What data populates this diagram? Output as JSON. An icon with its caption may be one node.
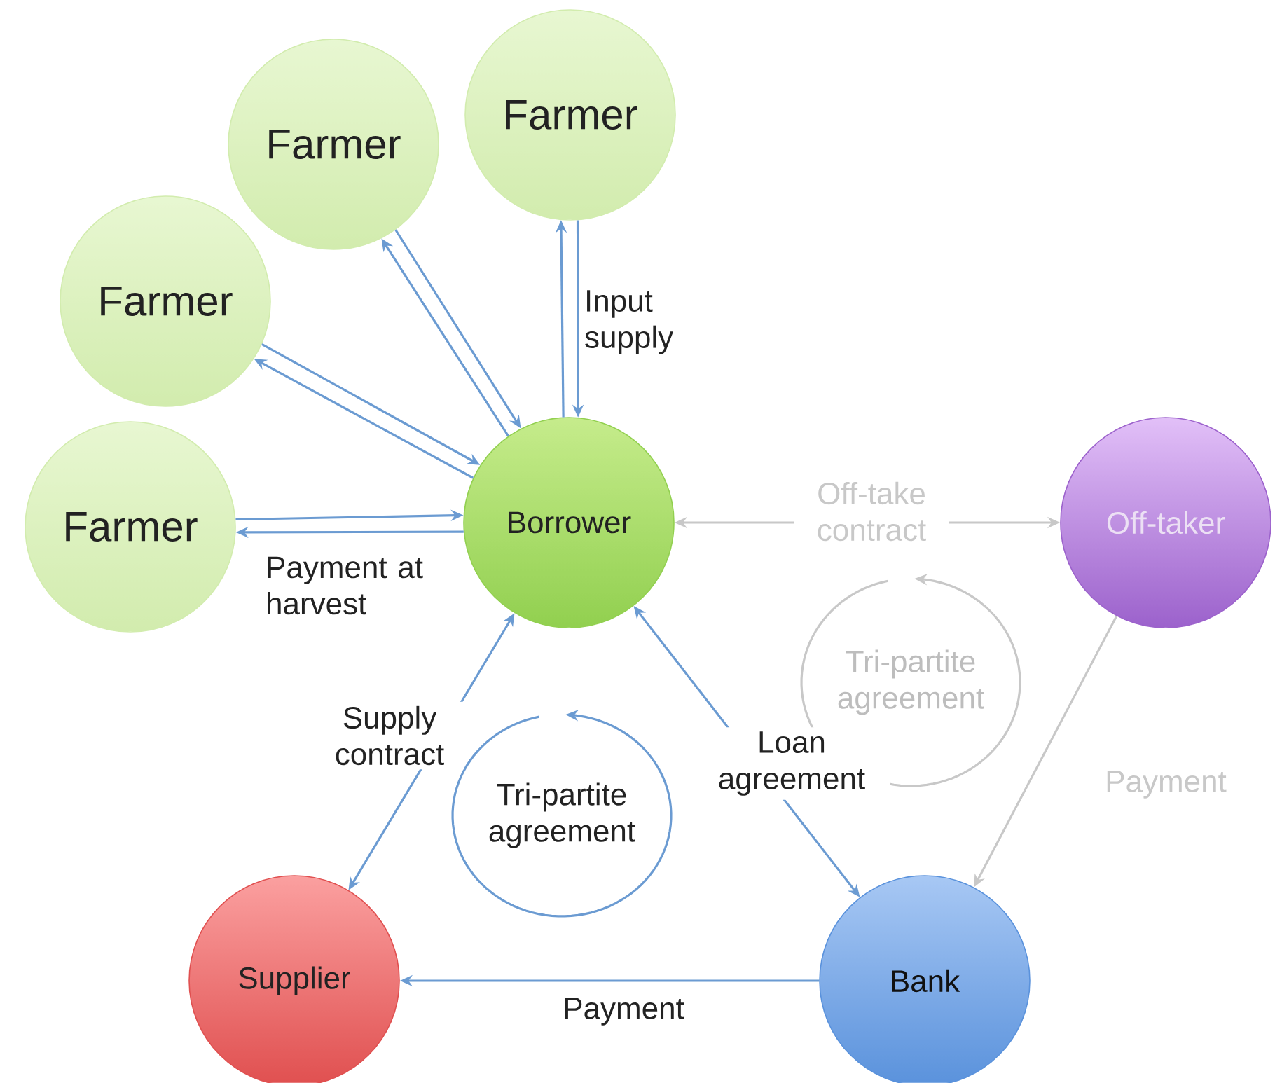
{
  "diagram": {
    "nodes": [
      {
        "text": [
          "Farmer"
        ]
      },
      {
        "text": [
          "Farmer"
        ]
      },
      {
        "text": [
          "Farmer"
        ]
      },
      {
        "text": [
          "Farmer"
        ]
      },
      {
        "text": [
          "Borrower"
        ]
      },
      {
        "text": [
          "Off-taker"
        ]
      },
      {
        "text": [
          "Supplier"
        ]
      },
      {
        "text": [
          "Bank"
        ]
      }
    ],
    "edges": [
      {
        "from": 4,
        "to": 0,
        "arrow": "to"
      },
      {
        "from": 0,
        "to": 4,
        "arrow": "to"
      },
      {
        "from": 4,
        "to": 1,
        "arrow": "to",
        "label": "Input supply"
      },
      {
        "from": 1,
        "to": 4,
        "arrow": "to"
      },
      {
        "from": 4,
        "to": 2,
        "arrow": "to"
      },
      {
        "from": 2,
        "to": 4,
        "arrow": "to"
      },
      {
        "from": 4,
        "to": 3,
        "arrow": "to"
      },
      {
        "from": 3,
        "to": 4,
        "arrow": "to",
        "label": "Payment at harvest"
      },
      {
        "from": 4,
        "to": 6,
        "arrow": "both",
        "label": "Supply contract"
      },
      {
        "from": 4,
        "to": 7,
        "arrow": "both",
        "label": "Loan agreement"
      },
      {
        "from": 4,
        "to": 5,
        "arrow": "both",
        "label": "Off-take contract",
        "color": "#c8c8c8"
      },
      {
        "from": 5,
        "to": 7,
        "arrow": "to",
        "label": "Payment",
        "color": "#c8c8c8"
      },
      {
        "from": 7,
        "to": 6,
        "arrow": "to",
        "label": "Payment"
      }
    ],
    "labels": [
      "Tri-partite agreement",
      "Tri-partite agreement"
    ]
  }
}
